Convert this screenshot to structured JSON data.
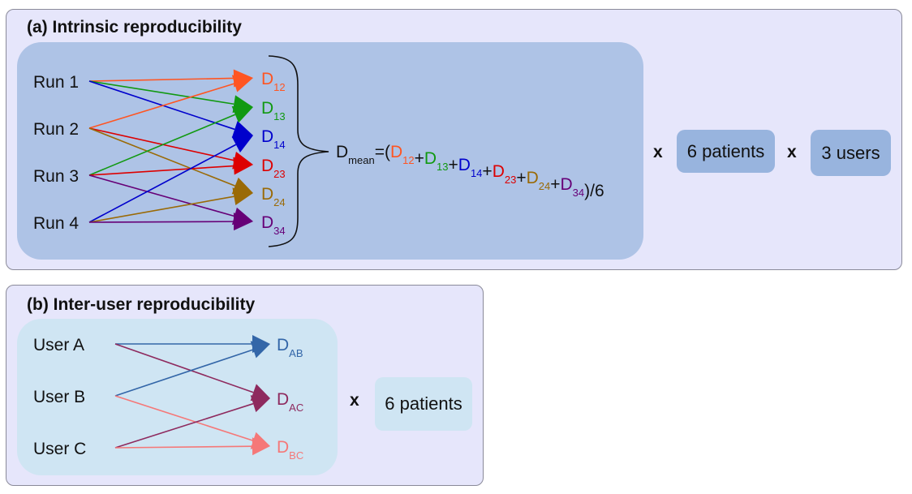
{
  "panel_a": {
    "title": "(a) Intrinsic reproducibility",
    "nodes": [
      "Run 1",
      "Run 2",
      "Run 3",
      "Run 4"
    ],
    "targets": [
      {
        "sub": "12",
        "color": "#ff5522"
      },
      {
        "sub": "13",
        "color": "#119911"
      },
      {
        "sub": "14",
        "color": "#0000cc"
      },
      {
        "sub": "23",
        "color": "#dd0000"
      },
      {
        "sub": "24",
        "color": "#9a6a06"
      },
      {
        "sub": "34",
        "color": "#660077"
      }
    ],
    "edges": [
      {
        "from": 0,
        "to": 0
      },
      {
        "from": 0,
        "to": 1
      },
      {
        "from": 0,
        "to": 2
      },
      {
        "from": 1,
        "to": 0
      },
      {
        "from": 1,
        "to": 3
      },
      {
        "from": 1,
        "to": 4
      },
      {
        "from": 2,
        "to": 1
      },
      {
        "from": 2,
        "to": 3
      },
      {
        "from": 2,
        "to": 5
      },
      {
        "from": 3,
        "to": 2
      },
      {
        "from": 3,
        "to": 4
      },
      {
        "from": 3,
        "to": 5
      }
    ],
    "formula": {
      "lhs": "D",
      "lhs_sub": "mean",
      "open": "=(",
      "close": ")/6",
      "plus": "+"
    },
    "times_1": "x",
    "box_1": "6 patients",
    "times_2": "x",
    "box_2": "3 users",
    "inner_color": "#aec3e6",
    "box_color": "#98b4de"
  },
  "panel_b": {
    "title": "(b) Inter-user reproducibility",
    "nodes": [
      "User A",
      "User B",
      "User C"
    ],
    "targets": [
      {
        "sub": "AB",
        "color": "#3366a8"
      },
      {
        "sub": "AC",
        "color": "#8e2a5e"
      },
      {
        "sub": "BC",
        "color": "#f57878"
      }
    ],
    "edges": [
      {
        "from": 0,
        "to": 0
      },
      {
        "from": 0,
        "to": 1
      },
      {
        "from": 1,
        "to": 0
      },
      {
        "from": 1,
        "to": 2
      },
      {
        "from": 2,
        "to": 1
      },
      {
        "from": 2,
        "to": 2
      }
    ],
    "times_1": "x",
    "box_1": "6 patients",
    "inner_color": "#cfe5f3",
    "box_color": "#cfe5f3"
  }
}
